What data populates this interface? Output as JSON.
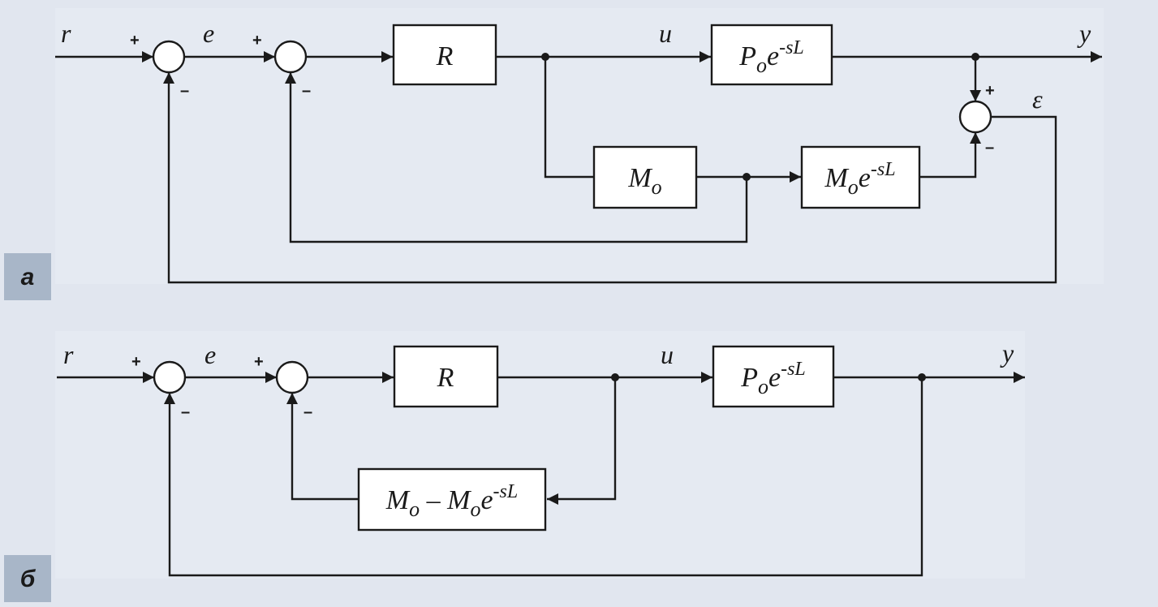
{
  "diagram_a": {
    "badge": "а",
    "signals": {
      "r": "r",
      "e": "e",
      "u": "u",
      "y": "y",
      "eps": "ε"
    },
    "blocks": {
      "R": "R",
      "P_main": "P",
      "P_sub": "o",
      "P_exp": "e",
      "P_sup": "-sL",
      "M": "M",
      "M_sub": "o",
      "Md_main": "M",
      "Md_sub": "o",
      "Md_exp": "e",
      "Md_sup": "-sL"
    },
    "signs": {
      "plus": "+",
      "minus": "–"
    }
  },
  "diagram_b": {
    "badge": "б",
    "signals": {
      "r": "r",
      "e": "e",
      "u": "u",
      "y": "y"
    },
    "blocks": {
      "R": "R",
      "P_main": "P",
      "P_sub": "o",
      "P_exp": "e",
      "P_sup": "-sL",
      "F_m1": "M",
      "F_sub1": "o",
      "F_op": " – ",
      "F_m2": "M",
      "F_sub2": "o",
      "F_exp": "e",
      "F_sup": "-sL"
    },
    "signs": {
      "plus": "+",
      "minus": "–"
    }
  }
}
